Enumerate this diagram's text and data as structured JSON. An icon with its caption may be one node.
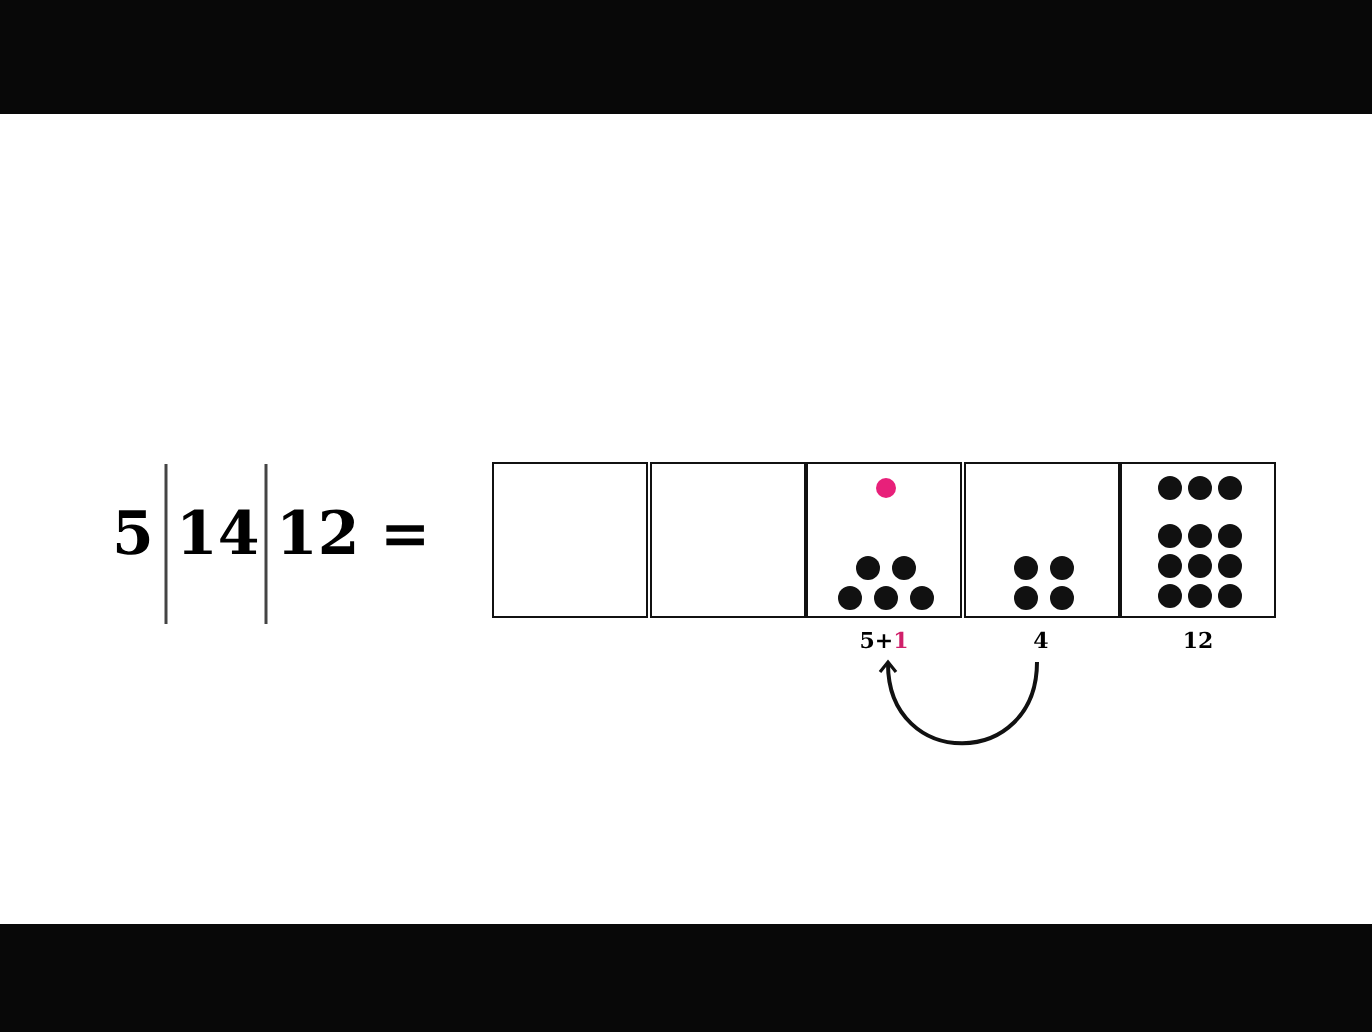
{
  "diagram": {
    "nodes": [
      {
        "text": [],
        "shape": "box"
      },
      {
        "text": [],
        "shape": "box"
      },
      {
        "text": [],
        "shape": "box"
      },
      {
        "text": [],
        "shape": "box"
      },
      {
        "text": [],
        "shape": "box"
      },
      {
        "text": [
          "5+1"
        ]
      },
      {
        "text": [
          "4"
        ]
      },
      {
        "text": [
          "12"
        ]
      }
    ],
    "edges": [
      {
        "from": 6,
        "to": 5,
        "arrow": "to"
      }
    ],
    "labels": [
      "5",
      "14",
      "12",
      "="
    ]
  }
}
